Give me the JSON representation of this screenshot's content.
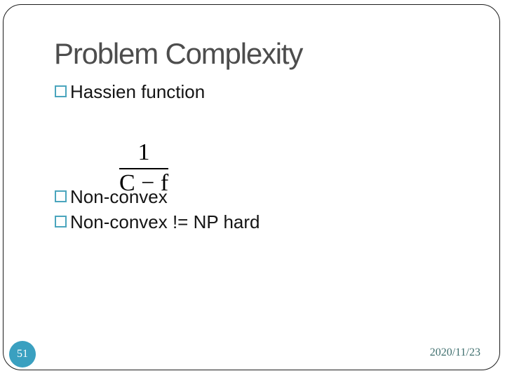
{
  "slide": {
    "title": "Problem Complexity",
    "bullets": [
      {
        "label": "Hassien function"
      },
      {
        "label": "Non-convex"
      },
      {
        "label": "Non-convex != NP hard"
      }
    ],
    "formula": {
      "numerator": "1",
      "denominator": "C − f"
    },
    "page_number": "51",
    "date": "2020/11/23"
  },
  "colors": {
    "accent_teal": "#4aa5bd",
    "page_badge_fill": "#3aa0c0",
    "title_gray": "#4d4d4d",
    "date_teal": "#3f6f6e",
    "frame_border": "#1c1c1c"
  },
  "icons": {
    "bullet_square": "hollow-teal-square"
  }
}
